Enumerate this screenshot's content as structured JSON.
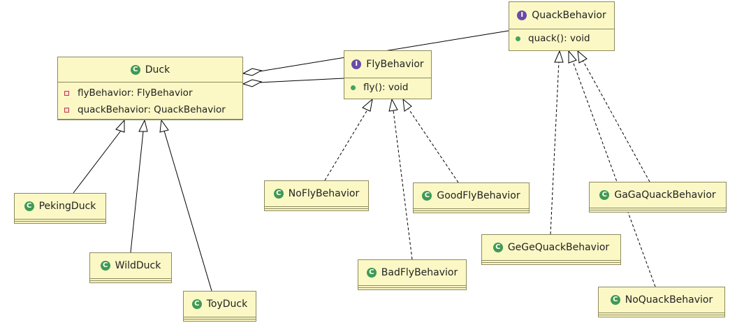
{
  "classes": {
    "duck": {
      "name": "Duck",
      "fields": [
        "flyBehavior: FlyBehavior",
        "quackBehavior: QuackBehavior"
      ]
    },
    "fly_behavior": {
      "name": "FlyBehavior",
      "methods": [
        "fly(): void"
      ]
    },
    "quack_behavior": {
      "name": "QuackBehavior",
      "methods": [
        "quack(): void"
      ]
    },
    "peking_duck": {
      "name": "PekingDuck"
    },
    "wild_duck": {
      "name": "WildDuck"
    },
    "toy_duck": {
      "name": "ToyDuck"
    },
    "no_fly_behavior": {
      "name": "NoFlyBehavior"
    },
    "good_fly_behavior": {
      "name": "GoodFlyBehavior"
    },
    "bad_fly_behavior": {
      "name": "BadFlyBehavior"
    },
    "gege_quack_behavior": {
      "name": "GeGeQuackBehavior"
    },
    "gaga_quack_behavior": {
      "name": "GaGaQuackBehavior"
    },
    "no_quack_behavior": {
      "name": "NoQuackBehavior"
    }
  },
  "icons": {
    "class_icon": "C",
    "interface_icon": "I"
  },
  "colors": {
    "class_icon": "#3f9a53",
    "interface_icon": "#6a4ba6",
    "box_fill": "#fbf8c6"
  }
}
